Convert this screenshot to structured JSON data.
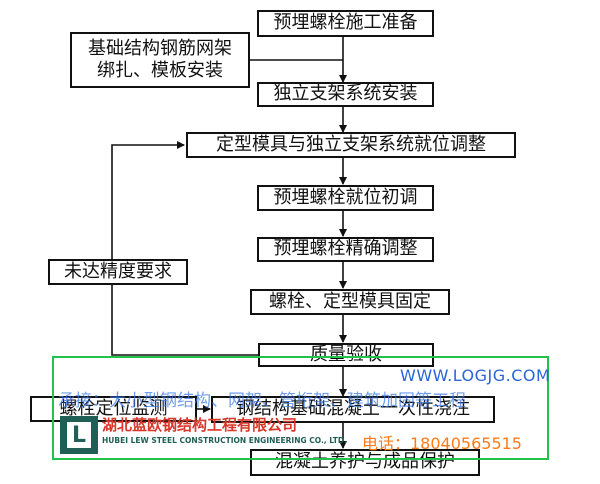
{
  "flowchart": {
    "nodes": {
      "prep": "预埋螺栓施工准备",
      "rebar": "基础结构钢筋网架\n绑扎、模板安装",
      "support_install": "独立支架系统安装",
      "adjust_system": "定型模具与独立支架系统就位调整",
      "initial_adjust": "预埋螺栓就位初调",
      "fine_adjust": "预埋螺栓精确调整",
      "fix": "螺栓、定型模具固定",
      "inspect": "质量验收",
      "monitor": "螺栓定位监测",
      "pour": "钢结构基础混凝土一次性浇注",
      "cure": "混凝土养护与成品保护",
      "fail_label": "未达精度要求"
    }
  },
  "watermark": {
    "url": "WWW.LOGJG.COM",
    "services": "承接：大小型钢结构、网架、管桁架、建筑加固等工程",
    "logo_letter": "L",
    "company_cn": "湖北蓝欧钢结构工程有限公司",
    "company_en": "HUBEI LEW STEEL CONSTRUCTION ENGINEERING CO., LTD.",
    "phone": "电话：18040565515",
    "colors": {
      "border": "#22c34a",
      "url": "#2a64d8",
      "company": "#d8372b",
      "phone": "#ff7a1a",
      "logo": "#1f5f55"
    }
  }
}
